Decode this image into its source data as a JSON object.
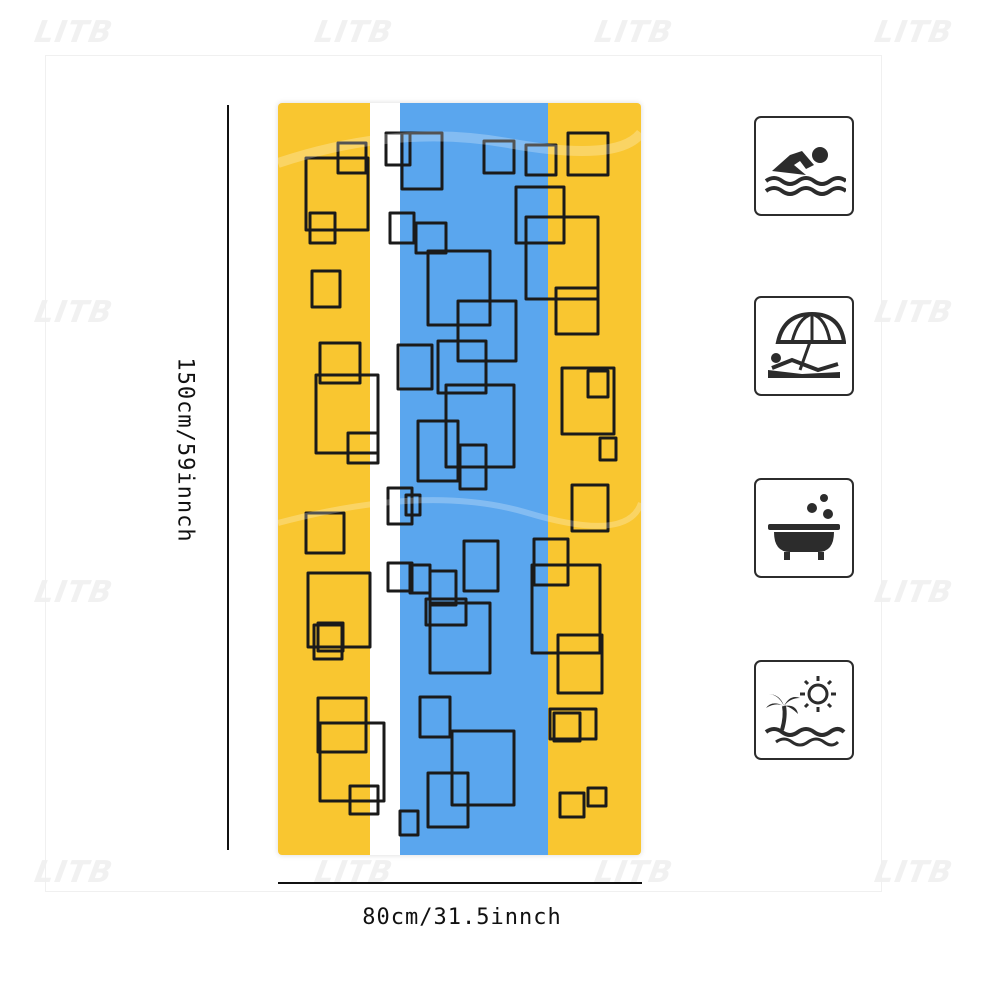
{
  "watermark": "LITB",
  "dimensions": {
    "height_label": "150cm/59innch",
    "width_label": "80cm/31.5innch"
  },
  "colors": {
    "yellow": "#f9c630",
    "white": "#ffffff",
    "blue": "#5aa6ee",
    "square_stroke": "#1a1a1a",
    "icon": "#2c2c2c"
  },
  "icons": [
    "swimming-icon",
    "beach-umbrella-icon",
    "bathtub-icon",
    "palm-sun-icon"
  ]
}
